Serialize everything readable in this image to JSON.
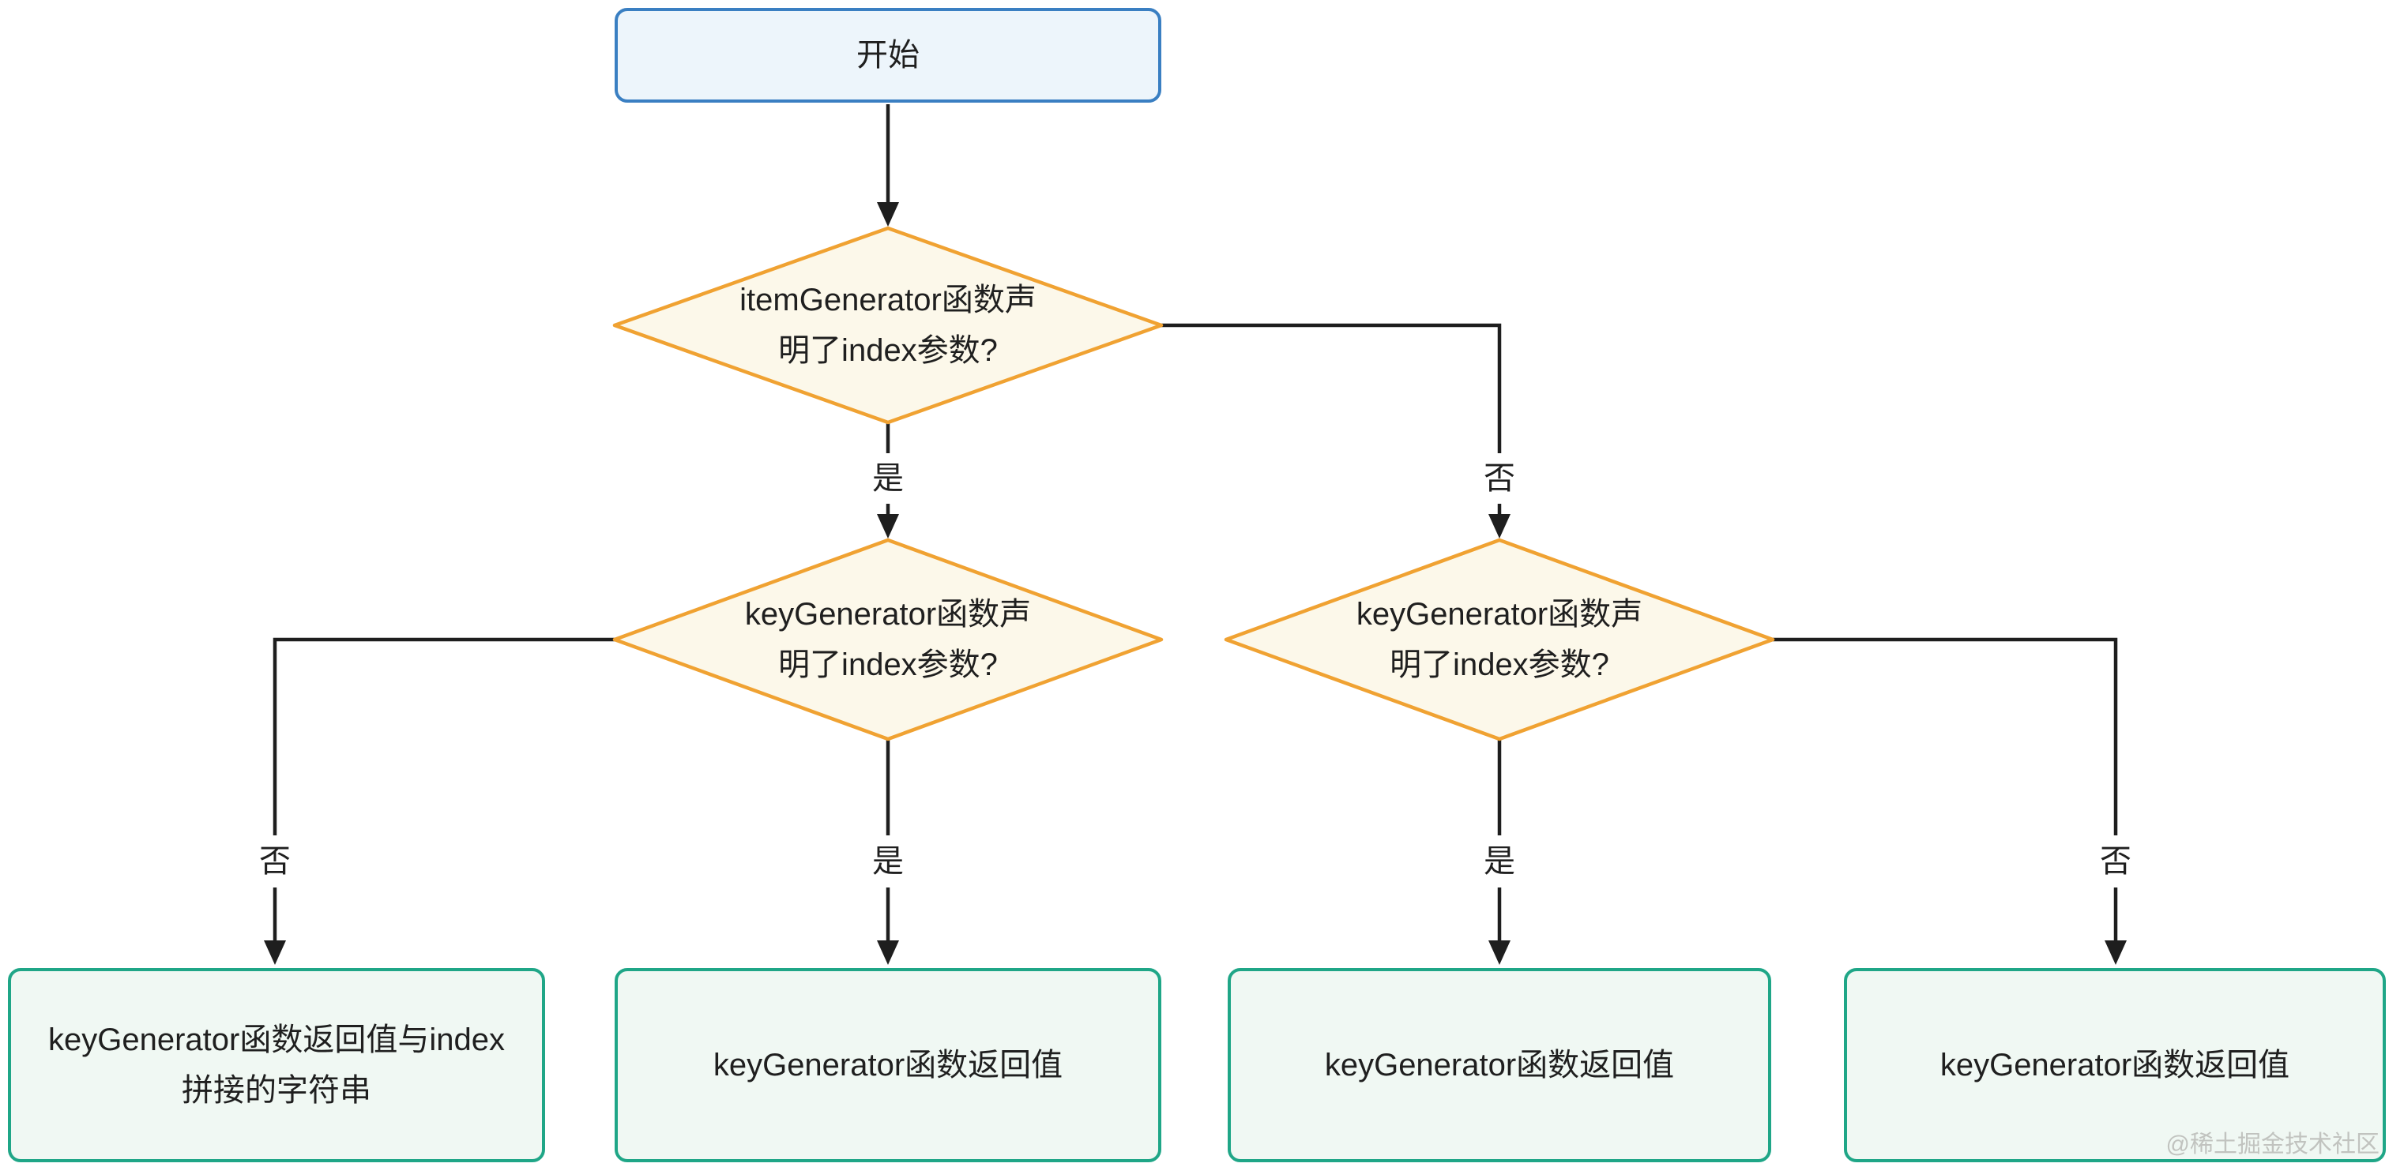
{
  "colors": {
    "page_bg": "#ffffff",
    "edge": "#1e1e1e",
    "text": "#1f1f1f",
    "start_border": "#3a7fc2",
    "start_fill": "#edf5fb",
    "decision_border": "#f0a232",
    "decision_fill": "#fcf8ea",
    "result_border": "#1fa687",
    "result_fill": "#f0f8f3",
    "watermark": "#bcbeba"
  },
  "nodes": {
    "start": {
      "label": "开始"
    },
    "decision_item_generator": {
      "lines": [
        "itemGenerator函数声",
        "明了index参数?"
      ]
    },
    "decision_key_generator_left": {
      "lines": [
        "keyGenerator函数声",
        "明了index参数?"
      ]
    },
    "decision_key_generator_right": {
      "lines": [
        "keyGenerator函数声",
        "明了index参数?"
      ]
    },
    "result_concat": {
      "lines": [
        "keyGenerator函数返回值与index",
        "拼接的字符串"
      ]
    },
    "result_left": {
      "label": "keyGenerator函数返回值"
    },
    "result_mid": {
      "label": "keyGenerator函数返回值"
    },
    "result_right": {
      "label": "keyGenerator函数返回值"
    }
  },
  "edge_labels": {
    "item_yes": "是",
    "item_no": "否",
    "key_left_no": "否",
    "key_left_yes": "是",
    "key_right_yes": "是",
    "key_right_no": "否"
  },
  "watermark": "@稀土掘金技术社区"
}
